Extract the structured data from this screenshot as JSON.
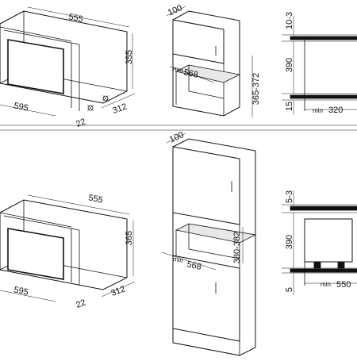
{
  "top": {
    "oven": {
      "width": "555",
      "height": "355",
      "depth": "312",
      "front_width": "595",
      "offset": "22"
    },
    "cabinet": {
      "depth": "100",
      "niche_depth_label": "min",
      "niche_depth": "568",
      "niche_height": "365-372"
    },
    "section": {
      "gap": "10-3",
      "height": "390",
      "bottom": "15",
      "width_label": "min",
      "width": "320"
    }
  },
  "bottom": {
    "oven": {
      "width": "555",
      "height": "365",
      "depth": "312",
      "front_width": "595",
      "offset": "22"
    },
    "cabinet": {
      "depth": "100",
      "niche_depth_label": "min",
      "niche_depth": "568",
      "niche_height": "380-382"
    },
    "section": {
      "gap": "5-3",
      "height": "390",
      "bottom": "5",
      "width_label": "min",
      "width": "550"
    }
  },
  "colors": {
    "line": "#111111",
    "background": "#ffffff"
  }
}
